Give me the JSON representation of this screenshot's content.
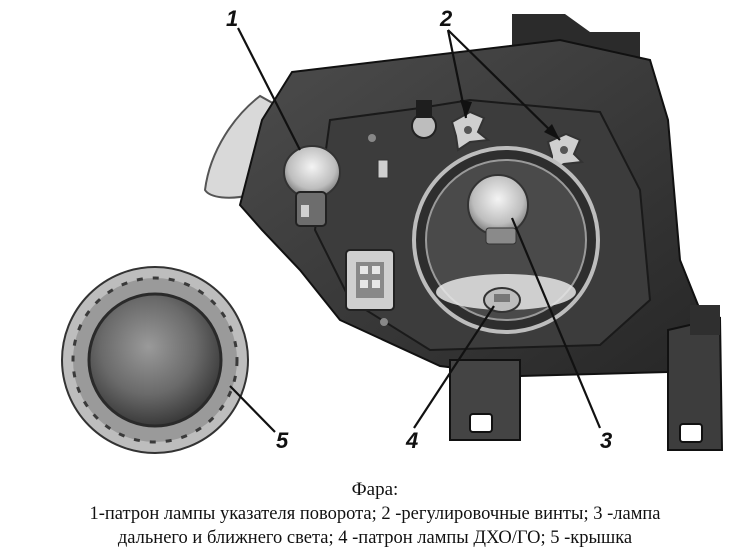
{
  "callouts": [
    {
      "number": "1"
    },
    {
      "number": "2"
    },
    {
      "number": "3"
    },
    {
      "number": "4"
    },
    {
      "number": "5"
    }
  ],
  "caption": {
    "title": "Фара:",
    "line1": "1-патрон лампы указателя поворота; 2 -регулировочные винты; 3 -лампа",
    "line2": "дальнего и ближнего света; 4 -патрон лампы ДХО/ГО; 5 -крышка"
  },
  "colors": {
    "housing_dark": "#2a2a2a",
    "housing_mid": "#4a4a4a",
    "highlight": "#cfcfcf",
    "label": "#111111"
  }
}
